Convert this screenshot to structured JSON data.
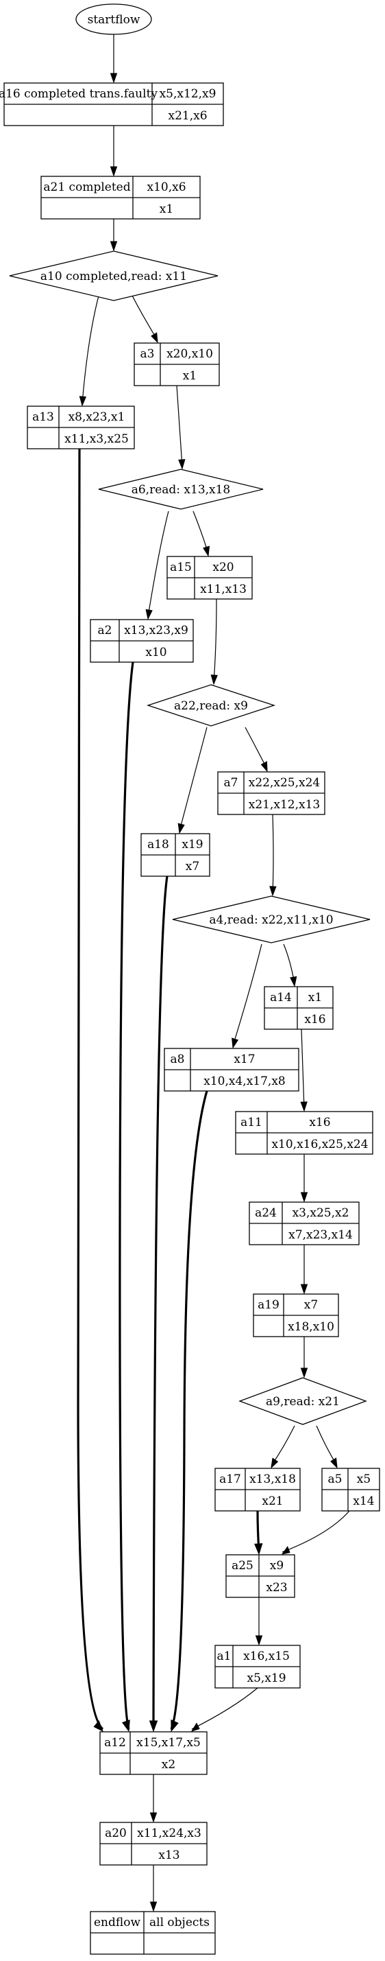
{
  "start": {
    "label": "startflow"
  },
  "end": {
    "label": "endflow",
    "value": "all objects"
  },
  "nodes": {
    "a16": {
      "name": "a16 completed trans.faulty",
      "top": "x5,x12,x9",
      "bottom": "x21,x6"
    },
    "a21": {
      "name": "a21 completed",
      "top": "x10,x6",
      "bottom": "x1"
    },
    "a3": {
      "name": "a3",
      "top": "x20,x10",
      "bottom": "x1"
    },
    "a13": {
      "name": "a13",
      "top": "x8,x23,x1",
      "bottom": "x11,x3,x25"
    },
    "a15": {
      "name": "a15",
      "top": "x20",
      "bottom": "x11,x13"
    },
    "a2": {
      "name": "a2",
      "top": "x13,x23,x9",
      "bottom": "x10"
    },
    "a7": {
      "name": "a7",
      "top": "x22,x25,x24",
      "bottom": "x21,x12,x13"
    },
    "a18": {
      "name": "a18",
      "top": "x19",
      "bottom": "x7"
    },
    "a14": {
      "name": "a14",
      "top": "x1",
      "bottom": "x16"
    },
    "a8": {
      "name": "a8",
      "top": "x17",
      "bottom": "x10,x4,x17,x8"
    },
    "a11": {
      "name": "a11",
      "top": "x16",
      "bottom": "x10,x16,x25,x24"
    },
    "a24": {
      "name": "a24",
      "top": "x3,x25,x2",
      "bottom": "x7,x23,x14"
    },
    "a19": {
      "name": "a19",
      "top": "x7",
      "bottom": "x18,x10"
    },
    "a17": {
      "name": "a17",
      "top": "x13,x18",
      "bottom": "x21"
    },
    "a5": {
      "name": "a5",
      "top": "x5",
      "bottom": "x14"
    },
    "a25": {
      "name": "a25",
      "top": "x9",
      "bottom": "x23"
    },
    "a1": {
      "name": "a1",
      "top": "x16,x15",
      "bottom": "x5,x19"
    },
    "a12": {
      "name": "a12",
      "top": "x15,x17,x5",
      "bottom": "x2"
    },
    "a20": {
      "name": "a20",
      "top": "x11,x24,x3",
      "bottom": "x13"
    }
  },
  "decisions": {
    "a10": {
      "label": "a10 completed,read: x11"
    },
    "a6": {
      "label": "a6,read: x13,x18"
    },
    "a22": {
      "label": "a22,read: x9"
    },
    "a4": {
      "label": "a4,read: x22,x11,x10"
    },
    "a9": {
      "label": "a9,read: x21"
    }
  },
  "edges": [
    {
      "from": "start",
      "to": "a16",
      "bold": false
    },
    {
      "from": "a16",
      "to": "a21",
      "bold": false
    },
    {
      "from": "a21",
      "to": "a10",
      "bold": false
    },
    {
      "from": "a10",
      "to": "a13",
      "bold": false
    },
    {
      "from": "a10",
      "to": "a3",
      "bold": false
    },
    {
      "from": "a3",
      "to": "a6",
      "bold": false
    },
    {
      "from": "a6",
      "to": "a2",
      "bold": false
    },
    {
      "from": "a6",
      "to": "a15",
      "bold": false
    },
    {
      "from": "a15",
      "to": "a22",
      "bold": false
    },
    {
      "from": "a22",
      "to": "a18",
      "bold": false
    },
    {
      "from": "a22",
      "to": "a7",
      "bold": false
    },
    {
      "from": "a7",
      "to": "a4",
      "bold": false
    },
    {
      "from": "a4",
      "to": "a8",
      "bold": false
    },
    {
      "from": "a4",
      "to": "a14",
      "bold": false
    },
    {
      "from": "a14",
      "to": "a11",
      "bold": false
    },
    {
      "from": "a11",
      "to": "a24",
      "bold": false
    },
    {
      "from": "a24",
      "to": "a19",
      "bold": false
    },
    {
      "from": "a19",
      "to": "a9",
      "bold": false
    },
    {
      "from": "a9",
      "to": "a17",
      "bold": false
    },
    {
      "from": "a9",
      "to": "a5",
      "bold": false
    },
    {
      "from": "a17",
      "to": "a25",
      "bold": true
    },
    {
      "from": "a5",
      "to": "a25",
      "bold": false
    },
    {
      "from": "a25",
      "to": "a1",
      "bold": false
    },
    {
      "from": "a1",
      "to": "a12",
      "bold": false
    },
    {
      "from": "a13",
      "to": "a12",
      "bold": true
    },
    {
      "from": "a2",
      "to": "a12",
      "bold": true
    },
    {
      "from": "a18",
      "to": "a12",
      "bold": true
    },
    {
      "from": "a8",
      "to": "a12",
      "bold": true
    },
    {
      "from": "a12",
      "to": "a20",
      "bold": false
    },
    {
      "from": "a20",
      "to": "end",
      "bold": false
    }
  ]
}
